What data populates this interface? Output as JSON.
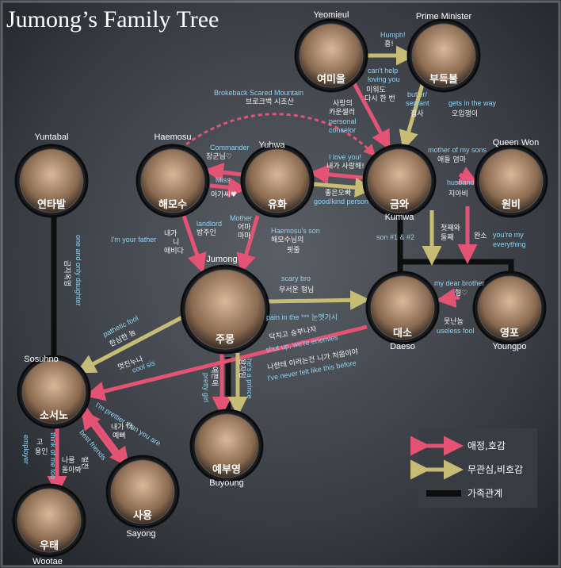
{
  "title": "Jumong’s Family Tree",
  "colors": {
    "affection": "#e45274",
    "indifference": "#c6bc76",
    "family": "#0e0e0e",
    "label": "#8fd3f0"
  },
  "people": {
    "yeomiul": {
      "name": "여미을",
      "english": "Yeomieul"
    },
    "bu": {
      "name": "부득불",
      "english": "Prime Minister"
    },
    "haemosu": {
      "name": "해모수",
      "english": "Haemosu"
    },
    "yuhwa": {
      "name": "유화",
      "english": "Yuhwa"
    },
    "kumwa": {
      "name": "금와",
      "english": "Kumwa"
    },
    "wonbi": {
      "name": "원비",
      "english": "Queen Won"
    },
    "yuntabal": {
      "name": "연타발",
      "english": "Yuntabal"
    },
    "jumong": {
      "name": "주몽",
      "english": "Jumong"
    },
    "daeso": {
      "name": "대소",
      "english": "Daeso"
    },
    "youngpo": {
      "name": "영포",
      "english": "Youngpo"
    },
    "sosuhno": {
      "name": "소서노",
      "english": "Sosuhno"
    },
    "buyoung": {
      "name": "예부영",
      "english": "Buyoung"
    },
    "sayong": {
      "name": "사용",
      "english": "Sayong"
    },
    "wootae": {
      "name": "우태",
      "english": "Wootae"
    }
  },
  "labels": {
    "humph": "Humph!",
    "humph_k": "흥!",
    "cant_help": "can't help",
    "loving_you": "loving you",
    "hate_again": "미워도",
    "hate_again2": "다시 한 번",
    "brokeback": "Brokeback Scared Mountain",
    "brokeback_k": "브로크백 시조산",
    "personal_consultant": "사랑의",
    "personal_consultant2": "카운셀러",
    "personal": "personal",
    "conselor": "conselor",
    "butler": "butler/",
    "servant": "servant",
    "butler_k": "집사",
    "gets_in_way": "gets in the way",
    "gets_in_way_k": "오입쟁이",
    "commander": "Commander",
    "commander_k": "장군님♡",
    "miss": "Miss",
    "miss_k": "아가씨♥",
    "i_love_you": "I love you!",
    "i_love_you_k": "내가 사랑해!",
    "good_person_k": "좋은오빠",
    "good_person": "good/kind person",
    "mother_sons": "mother of my sons",
    "mother_sons_k": "애들 엄마",
    "husband": "husband",
    "husband_k": "지아비",
    "landlord": "landlord",
    "landlord_k": "방주인",
    "mother": "Mother",
    "mother_k1": "어마",
    "mother_k2": "마마",
    "your_father": "I'm your father",
    "father_k1": "내가",
    "father_k2": "니",
    "father_k3": "애비다",
    "haemosu_son": "Haemosu's son",
    "haemosu_son_k1": "해모수님의",
    "haemosu_son_k2": "핏줄",
    "first_second": "첫째와",
    "first_second2": "둘째",
    "son12": "son #1 & #2",
    "wanso": "완소",
    "everything": "you're my",
    "everything2": "everything",
    "one_daughter": "one and only daughter",
    "one_daughter_k": "금지옥엽",
    "scary_bro": "scary bro",
    "scary_bro_k": "무서운 형님",
    "pain": "pain in the *** 눈엣가시",
    "dear_brother": "my dear brother",
    "dear_brother_k": "형♡",
    "useless": "못난놈",
    "useless2": "useless fool",
    "pathetic": "pathetic fool",
    "pathetic_k": "한심한 놈",
    "cool_sis": "멋진누나",
    "cool_sis2": "cool sis",
    "shut_up_k": "닥치고 승부나자",
    "shut_up": "shut up, we're enemies",
    "never_felt_k": "나한테 이러는건 니가 처음이야",
    "never_felt": "I've never felt like this before",
    "prince_k": "왕자임",
    "prince": "he's a prince",
    "pretty_k": "예쁜애",
    "pretty": "pretty girl",
    "prettier": "I'm prettier than you are",
    "prettier_k1": "내가 더",
    "prettier_k2": "예뻐",
    "best_friends": "best friends",
    "best_friends_k": "절친",
    "employer_k1": "고",
    "employer_k2": "용인",
    "employer": "employer",
    "think_me_k1": "나를",
    "think_me_k2": "돌아봐",
    "think_me": "think of me too"
  },
  "legend": {
    "affection": "애정,호감",
    "indifference": "무관심,비호감",
    "family": "가족관계"
  }
}
